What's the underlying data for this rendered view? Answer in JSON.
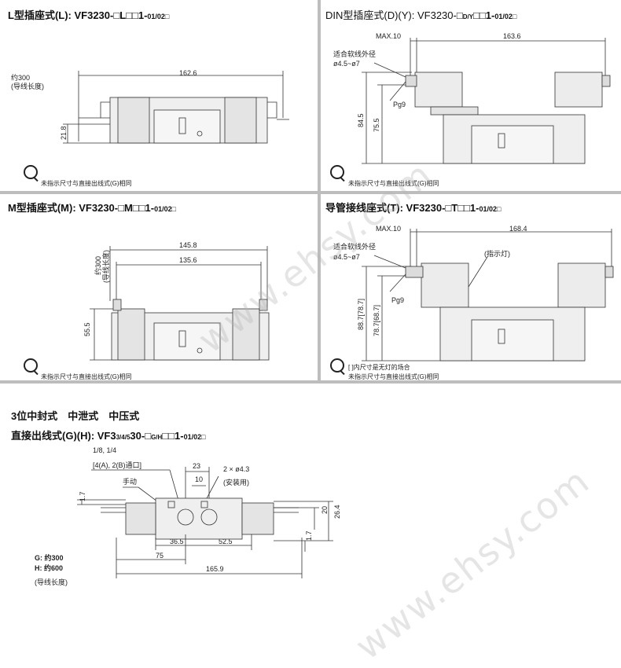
{
  "panel_l": {
    "title": "L型插座式(L): VF3230-□L□□1-",
    "title_sub": "01/02□",
    "lead_label": "约300",
    "lead_label2": "(导线长度)",
    "dim_width": "162.6",
    "dim_height": "21.8",
    "note": "未指示尺寸与直接出线式(G)相同"
  },
  "panel_din": {
    "title": "DIN型插座式(D)(Y): VF3230-□",
    "title_dy": "D/Y",
    "title_tail": "□□1-",
    "title_sub": "01/02□",
    "dim_max": "MAX.10",
    "dim_width": "163.6",
    "cable_label": "适合软线外径",
    "cable_range": "ø4.5~ø7",
    "pg": "Pg9",
    "dim_h1": "84.5",
    "dim_h2": "75.5",
    "note": "未指示尺寸与直接出线式(G)相同"
  },
  "panel_m": {
    "title": "M型插座式(M): VF3230-□M□□1-",
    "title_sub": "01/02□",
    "lead_label": "约300",
    "lead_label2": "(导线长度)",
    "dim_w1": "145.8",
    "dim_w2": "135.6",
    "dim_height": "55.5",
    "note": "未指示尺寸与直接出线式(G)相同"
  },
  "panel_t": {
    "title": "导管接线座式(T): VF3230-□T□□1-",
    "title_sub": "01/02□",
    "dim_max": "MAX.10",
    "dim_width": "168.4",
    "cable_label": "适合软线外径",
    "cable_range": "ø4.5~ø7",
    "lamp_label": "(指示灯)",
    "pg": "Pg9",
    "dim_h1": "88.7[78.7]",
    "dim_h2": "78.7[68.7]",
    "note1": "[ ]内尺寸是无灯的场合",
    "note2": "未指示尺寸与直接出线式(G)相同"
  },
  "panel_g": {
    "heading1": "3位中封式　中泄式　中压式",
    "title": "直接出线式(G)(H): VF3",
    "title_frac": "3/4/5",
    "title_tail": "30-□",
    "title_gh": "G/H",
    "title_tail2": "□□1-",
    "title_sub": "01/02□",
    "port_label1": "1/8, 1/4",
    "port_label2": "[4(A), 2(B)通口]",
    "manual_label": "手动",
    "dim_23": "23",
    "dim_10": "10",
    "hole_label": "2 × ø4.3",
    "hole_label2": "(安装用)",
    "dim_17a": "1.7",
    "dim_17b": "1.7",
    "dim_20": "20",
    "dim_264": "26.4",
    "dim_365": "36.5",
    "dim_525": "52.5",
    "dim_75": "75",
    "dim_1659": "165.9",
    "lead_g": "G: 约300",
    "lead_h": "H: 约600",
    "lead_note": "(导线长度)"
  },
  "watermark": "www.ehsy.com"
}
